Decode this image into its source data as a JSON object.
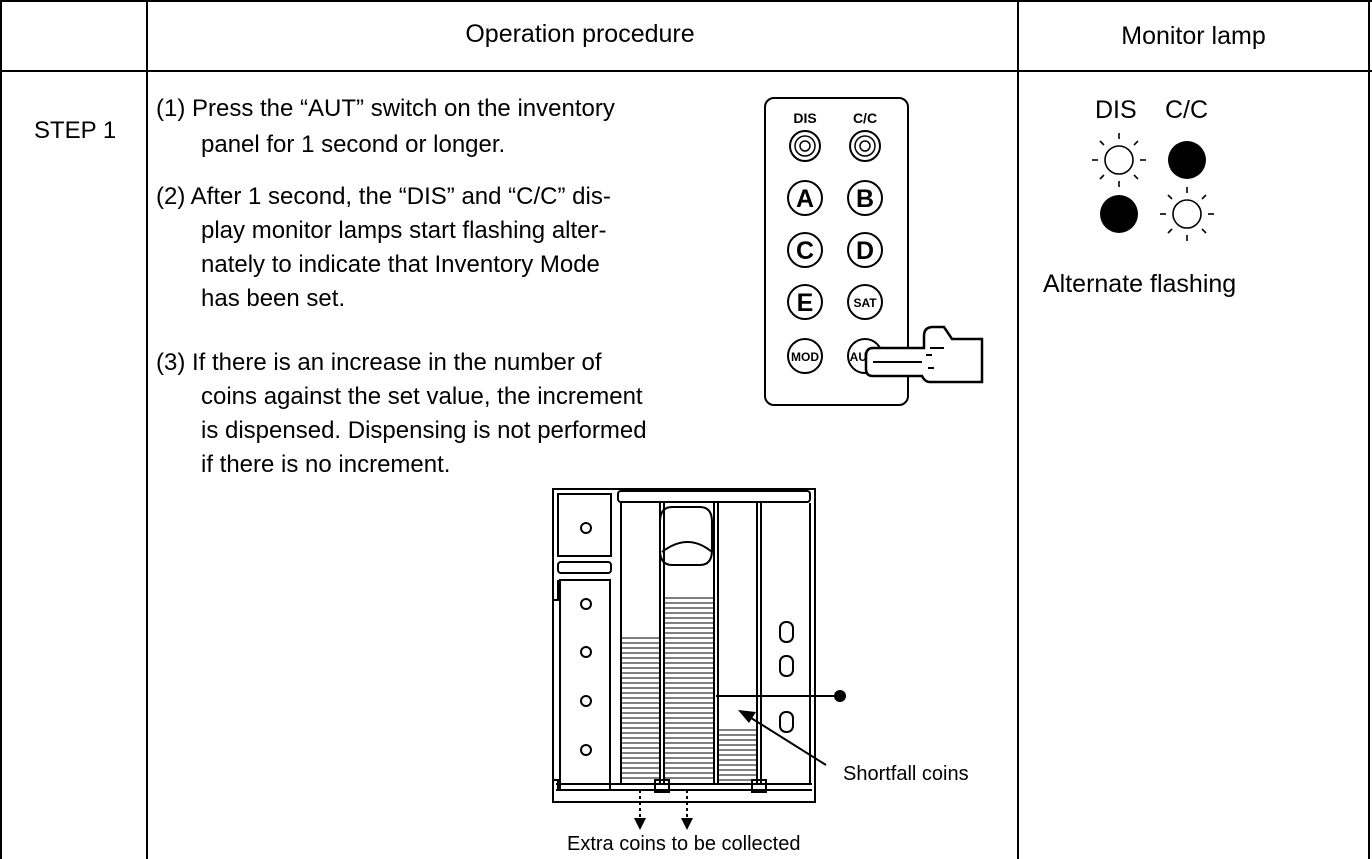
{
  "table": {
    "header": {
      "procedure": "Operation procedure",
      "monitor": "Monitor lamp"
    },
    "row": {
      "step": "STEP 1",
      "procedure_lines": [
        "(1) Press the “AUT” switch on the inventory",
        "panel for 1 second or longer.",
        "(2) After 1 second, the “DIS” and “C/C” dis-",
        "play monitor lamps start flashing alter-",
        "nately to indicate that Inventory Mode",
        "has been set.",
        "(3) If there is an increase in the number of",
        "coins against the set value, the increment",
        "is dispensed. Dispensing is not performed",
        "if there is no increment."
      ],
      "monitor": {
        "label_dis": "DIS",
        "label_cc": "C/C",
        "caption": "Alternate flashing",
        "pattern": [
          [
            "lit",
            "off"
          ],
          [
            "off",
            "lit"
          ]
        ]
      }
    }
  },
  "panel": {
    "lamps": [
      "DIS",
      "C/C"
    ],
    "keys": [
      "A",
      "B",
      "C",
      "D",
      "E",
      "SAT",
      "MOD",
      "AUT"
    ],
    "pressed_key": "AUT",
    "icons": [
      "hand-pointer-icon"
    ]
  },
  "hopper": {
    "callout_shortfall": "Shortfall coins",
    "callout_extra": "Extra coins to be collected"
  }
}
